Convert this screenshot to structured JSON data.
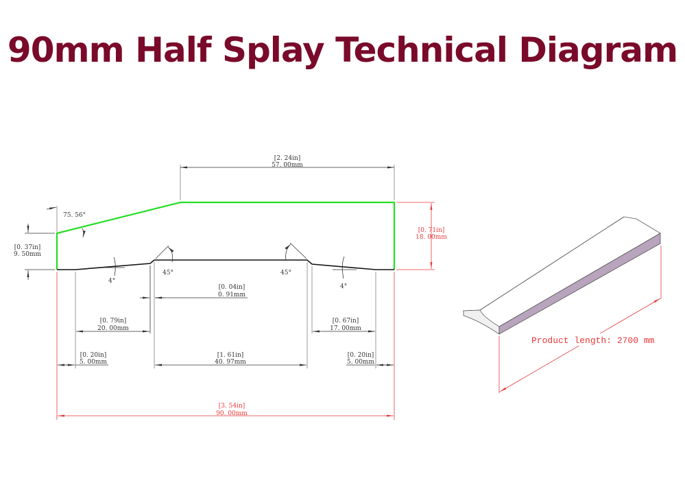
{
  "title": "90mm Half Splay Technical Diagram",
  "colors": {
    "title": "#7a0a2a",
    "profile_outline": "#22dd22",
    "profile_bottom": "#111111",
    "dimension_black": "#333333",
    "dimension_red": "#e8383a",
    "extension_gray": "#999999",
    "product_side": "#b8a4bc"
  },
  "profile_view": {
    "angles": {
      "top_slope": "75. 56°",
      "left_groove": "4°",
      "left_chamfer": "45°",
      "right_chamfer": "45°",
      "right_groove": "4°"
    },
    "dimensions": {
      "top_flat": {
        "inches": "[2. 24in]",
        "mm": "57. 00mm"
      },
      "left_height": {
        "inches": "[0. 37in]",
        "mm": "9. 50mm"
      },
      "total_height": {
        "inches": "[0. 71in]",
        "mm": "18. 00mm"
      },
      "chamfer_offset": {
        "inches": "[0. 04in]",
        "mm": "0. 91mm"
      },
      "left_groove_width": {
        "inches": "[0. 79in]",
        "mm": "20. 00mm"
      },
      "right_groove_width": {
        "inches": "[0. 67in]",
        "mm": "17. 00mm"
      },
      "left_edge_flat": {
        "inches": "[0. 20in]",
        "mm": "5. 00mm"
      },
      "center_flat": {
        "inches": "[1. 61in]",
        "mm": "40. 97mm"
      },
      "right_edge_flat": {
        "inches": "[0. 20in]",
        "mm": "5. 00mm"
      },
      "total_width": {
        "inches": "[3. 54in]",
        "mm": "90. 00mm"
      }
    }
  },
  "isometric_view": {
    "product_length_label": "Product length: 2700 mm"
  }
}
